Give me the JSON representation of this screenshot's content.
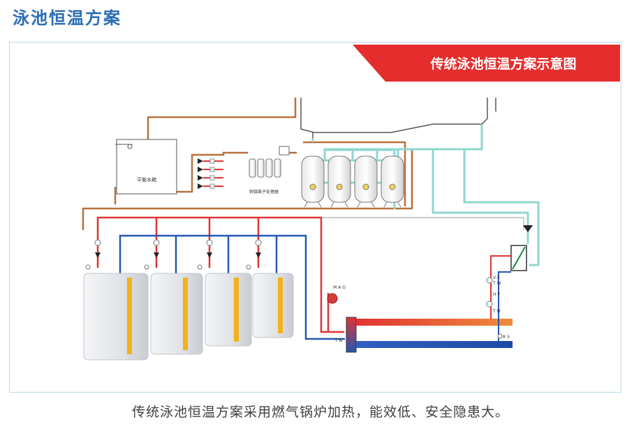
{
  "title": "泳池恒温方案",
  "diagram": {
    "banner": "传统泳池恒温方案示意图",
    "tank_label": "平衡水箱",
    "ion_label": "铜银离子处理器",
    "mag_label": "M A G",
    "tw_label": "T W",
    "vf_label": "V F",
    "tw2_label": "T W",
    "hp_label": "H P",
    "tm_label": "T M",
    "rs_label": "R S"
  },
  "caption": "传统泳池恒温方案采用燃气锅炉加热，能效低、安全隐患大。",
  "colors": {
    "title": "#2b6db5",
    "banner": "#e52d2d",
    "hot_pipe": "#e03333",
    "cold_pipe": "#2457b3",
    "supply_pipe": "#b8703c",
    "pool_pipe": "#8fd6d2",
    "boiler_stripe": "#f2b21a"
  }
}
